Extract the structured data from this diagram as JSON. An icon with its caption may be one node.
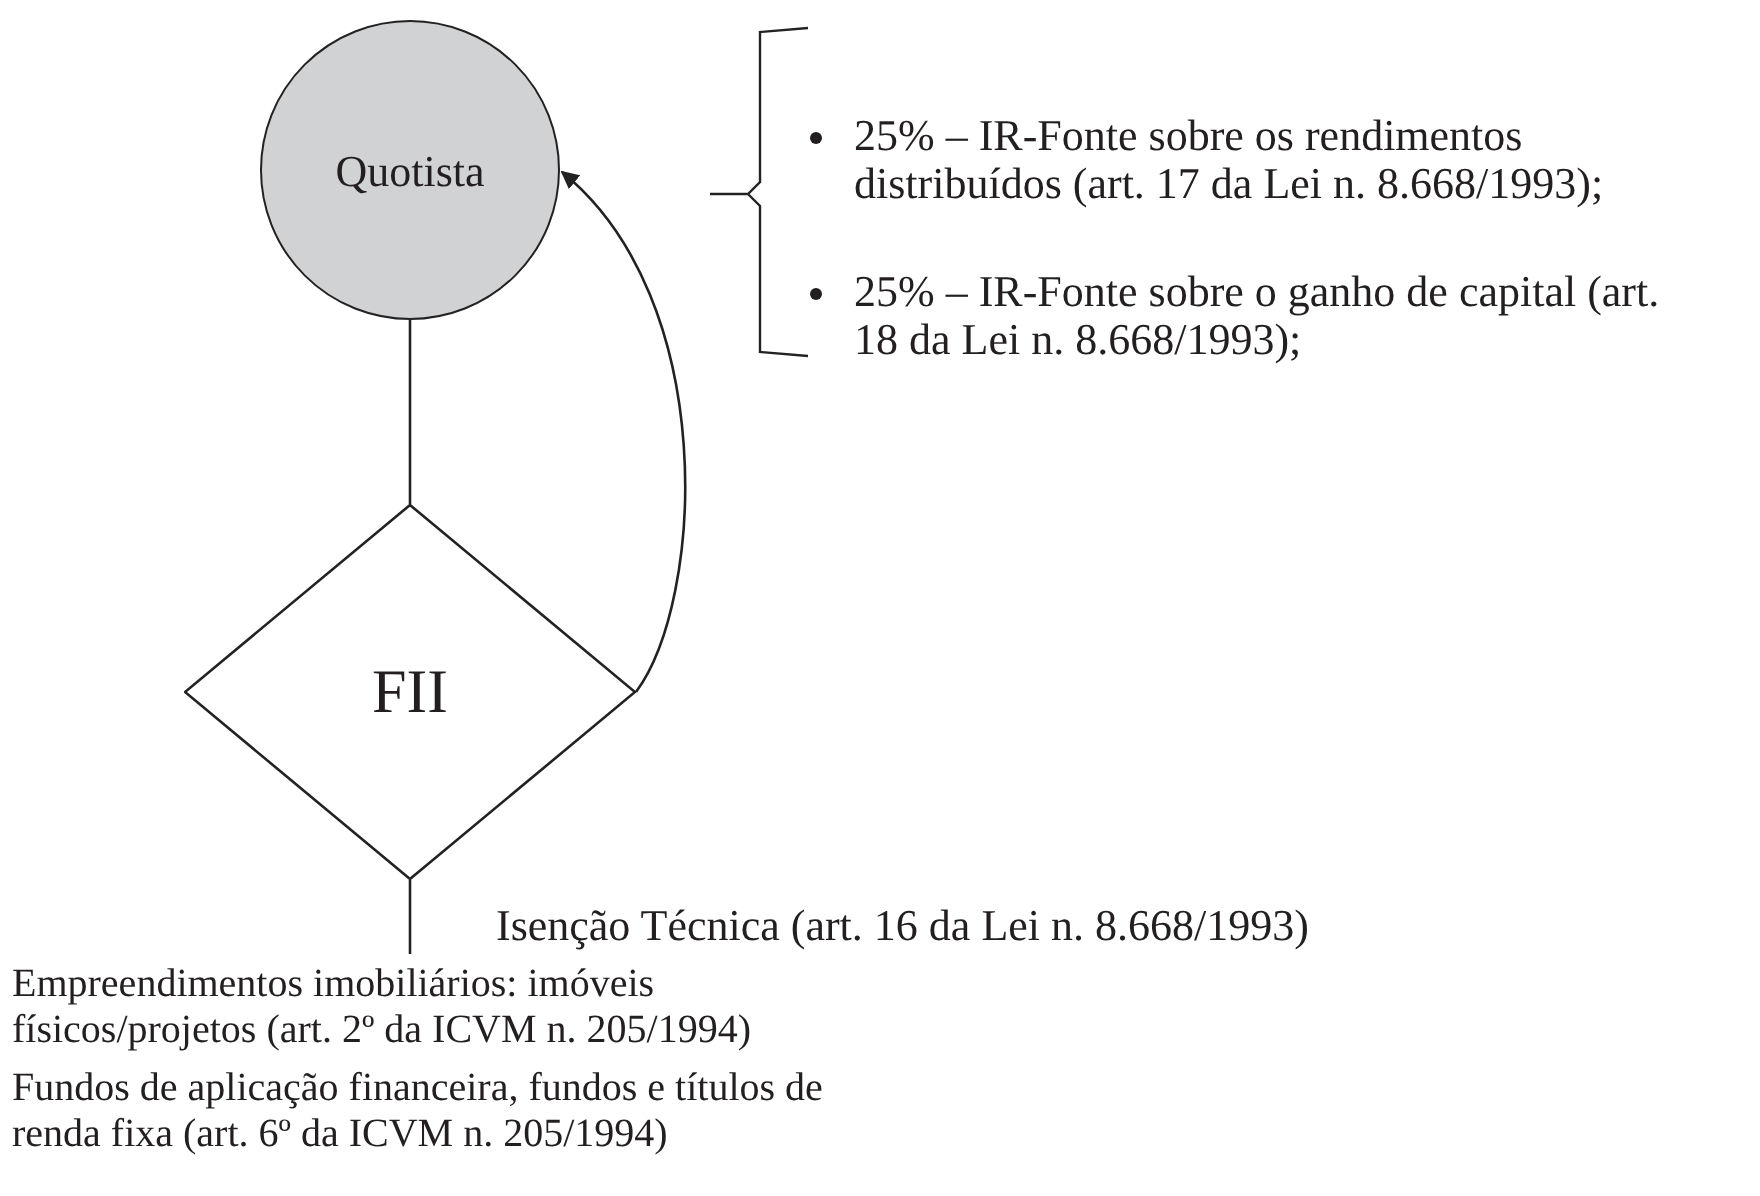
{
  "diagram": {
    "nodes": [
      {
        "text": [
          "Quotista"
        ]
      },
      {
        "text": [
          "FII"
        ]
      },
      {
        "text": [
          "Empreendimentos imobiliários: imóveis físicos/projetos (art. 2º da ICVM n. 205/1994)",
          "Fundos de aplicação financeira, fundos e títulos de renda fixa (art. 6º da ICVM n. 205/1994)"
        ]
      }
    ],
    "edges": [
      {
        "from": 1,
        "to": 0,
        "arrow": "none"
      },
      {
        "from": 1,
        "to": 0,
        "arrow": "to"
      },
      {
        "from": 1,
        "to": 2,
        "arrow": "none"
      }
    ],
    "labels": [
      "25% – IR-Fonte sobre os rendimentos distribuídos (art. 17 da Lei n. 8.668/1993);",
      "25% – IR-Fonte sobre o ganho de capital (art. 18 da Lei n. 8.668/1993);",
      "Isenção Técnica (art. 16 da Lei n. 8.668/1993)"
    ]
  }
}
